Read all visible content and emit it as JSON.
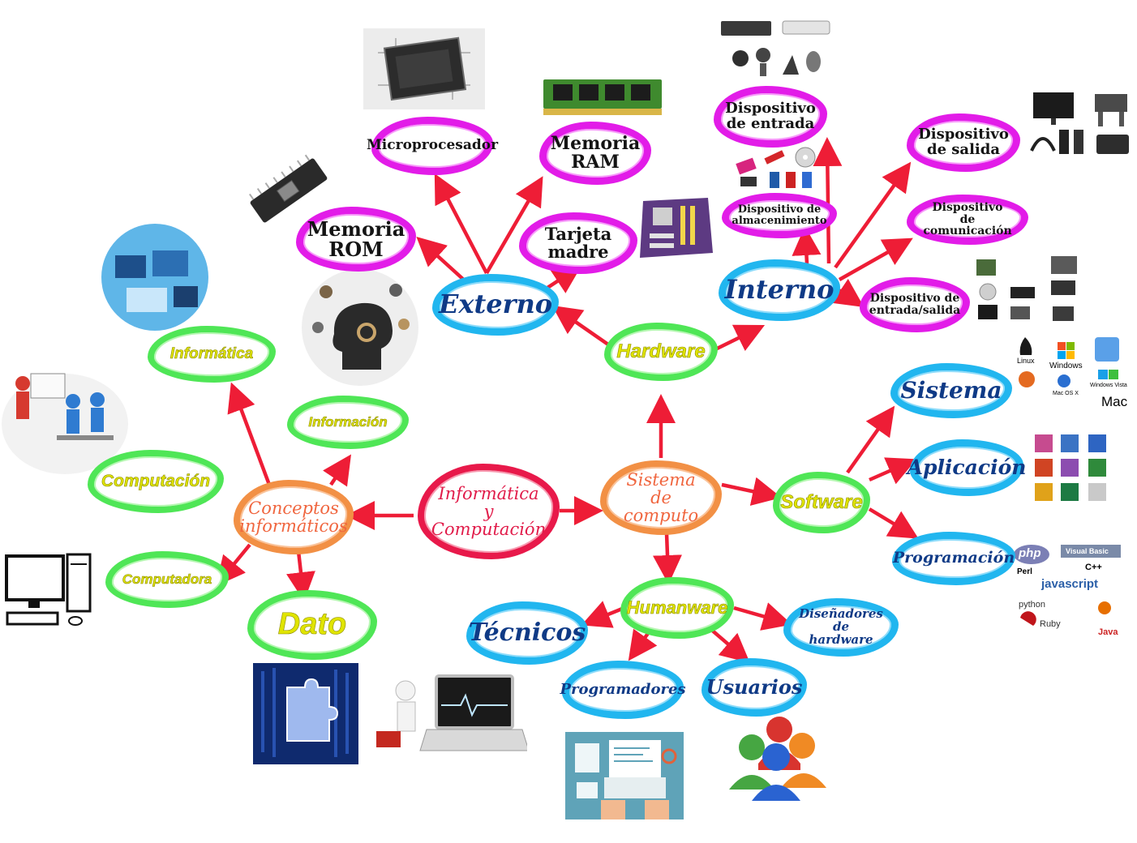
{
  "diagram": {
    "root": "Informática\ny\nComputación",
    "sistema": "Sistema de\ncomputo",
    "conceptos": "Conceptos\ninformáticos",
    "hardware": "Hardware",
    "software": "Software",
    "humanware": "Humanware",
    "externo": "Externo",
    "interno": "Interno",
    "memoria_rom": "Memoria\nROM",
    "microprocesador": "Microprocesador",
    "memoria_ram": "Memoria\nRAM",
    "tarjeta_madre": "Tarjeta\nmadre",
    "disp_entrada": "Dispositivo\nde entrada",
    "disp_almacenamiento": "Dispositivo de\nalmacenimiento",
    "disp_salida": "Dispositivo\nde salida",
    "disp_comunicacion": "Dispositivo de\ncomunicación",
    "disp_entrada_salida": "Dispositivo de\nentrada/salida",
    "sistema_sw": "Sistema",
    "aplicacion": "Aplicación",
    "programacion": "Programación",
    "tecnicos": "Técnicos",
    "programadores": "Programadores",
    "usuarios": "Usuarios",
    "disenadores": "Diseñadores\nde hardware",
    "informatica": "Informática",
    "informacion": "Información",
    "computacion": "Computación",
    "computadora": "Computadora",
    "dato": "Dato"
  },
  "logos": {
    "os": [
      "Linux",
      "Windows",
      "Mac OS X",
      "Windows Vista",
      "Mac"
    ],
    "langs": [
      "php",
      "Visual Basic",
      "C++",
      "Perl",
      "javascript",
      "python",
      "Ruby",
      "Java"
    ]
  },
  "colors": {
    "arrow": "#ee1d36",
    "magenta": "#e21ce8",
    "cyan": "#21b6ef",
    "green": "#4fe656",
    "orange": "#f29045",
    "red": "#e8194a"
  }
}
